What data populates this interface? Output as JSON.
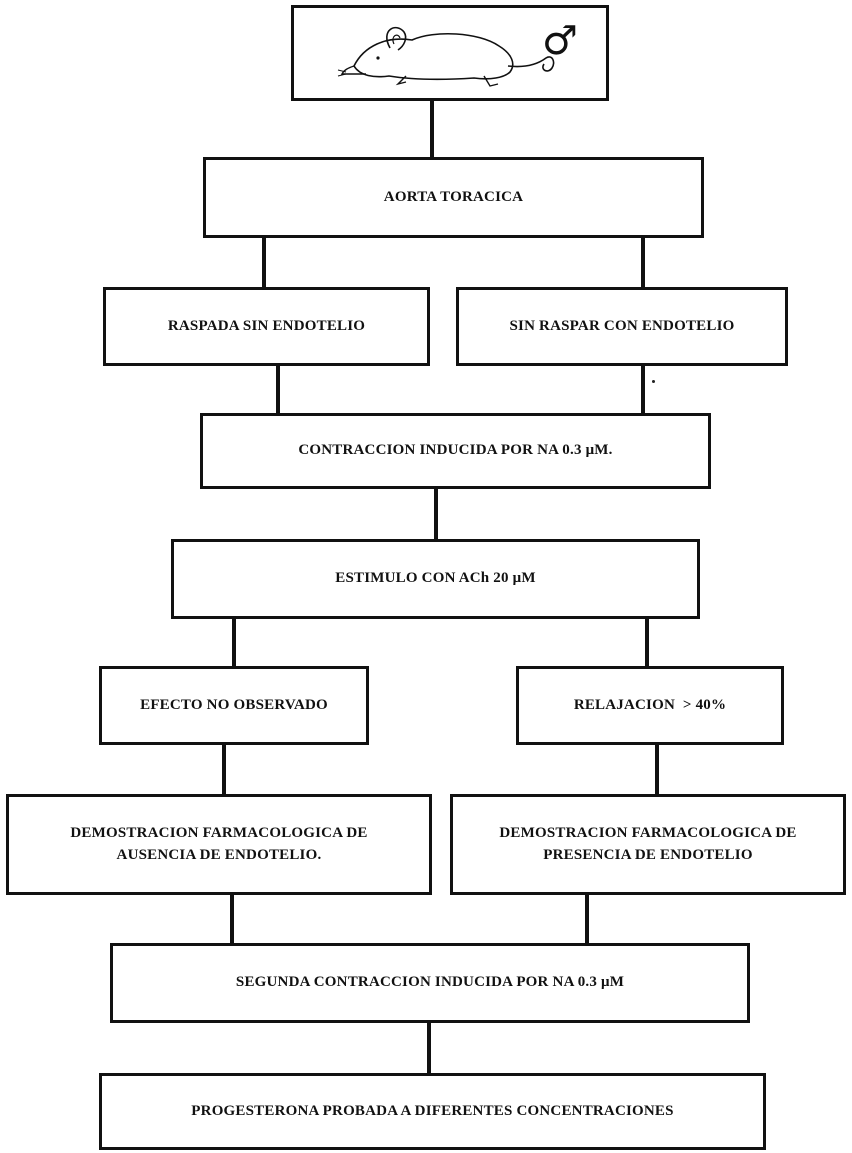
{
  "diagram": {
    "top": {
      "icon": "rat-icon",
      "symbol": "♂"
    },
    "nodes": {
      "aorta": "AORTA TORACICA",
      "raspada": "RASPADA SIN ENDOTELIO",
      "sin_raspar": "SIN RASPAR CON ENDOTELIO",
      "contraccion": "CONTRACCION INDUCIDA POR NA 0.3 μM.",
      "estimulo": "ESTIMULO CON ACh 20 μM",
      "efecto": "EFECTO NO OBSERVADO",
      "relajacion": "RELAJACION  > 40%",
      "demo_ausencia_line1": "DEMOSTRACION FARMACOLOGICA DE",
      "demo_ausencia_line2": "AUSENCIA DE ENDOTELIO.",
      "demo_presencia_line1": "DEMOSTRACION FARMACOLOGICA DE",
      "demo_presencia_line2": "PRESENCIA DE ENDOTELIO",
      "segunda": "SEGUNDA CONTRACCION INDUCIDA POR NA 0.3 μM",
      "progesterona": "PROGESTERONA PROBADA A DIFERENTES CONCENTRACIONES"
    }
  }
}
